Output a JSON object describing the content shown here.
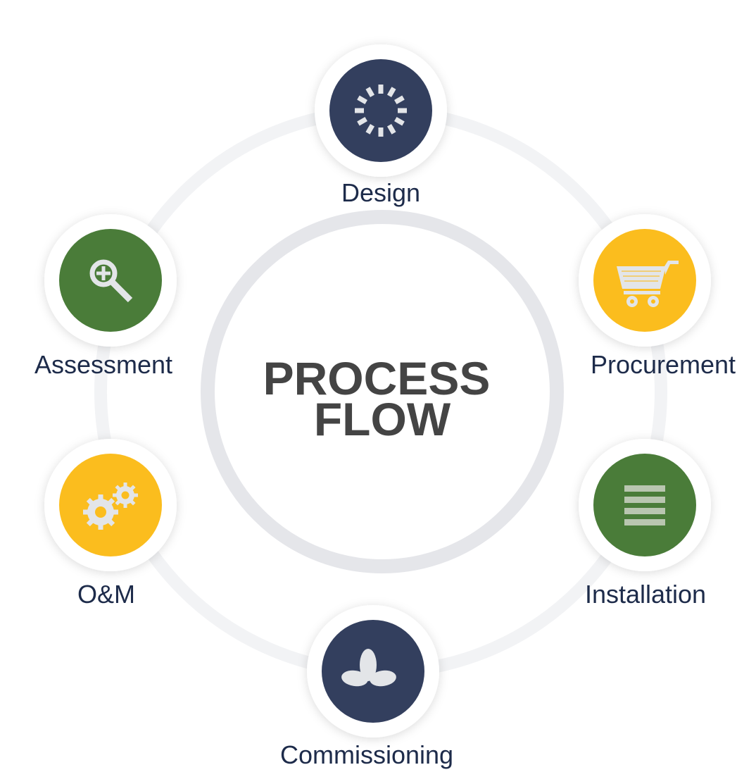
{
  "title": {
    "line1": "PROCESS",
    "line2": "FLOW"
  },
  "colors": {
    "navy": "#333f5e",
    "yellow": "#fbbd1e",
    "green": "#4a7c39",
    "icon": "#e3e5e8",
    "ring": "#f2f3f5",
    "inner_ring": "#e5e6ea"
  },
  "steps": [
    {
      "label": "Design",
      "icon": "loading-spinner-icon",
      "color": "#333f5e"
    },
    {
      "label": "Procurement",
      "icon": "shopping-cart-icon",
      "color": "#fbbd1e"
    },
    {
      "label": "Installation",
      "icon": "list-lines-icon",
      "color": "#4a7c39"
    },
    {
      "label": "Commissioning",
      "icon": "leaves-icon",
      "color": "#333f5e"
    },
    {
      "label": "O&M",
      "icon": "gears-icon",
      "color": "#fbbd1e"
    },
    {
      "label": "Assessment",
      "icon": "zoom-in-magnifier-icon",
      "color": "#4a7c39"
    }
  ]
}
